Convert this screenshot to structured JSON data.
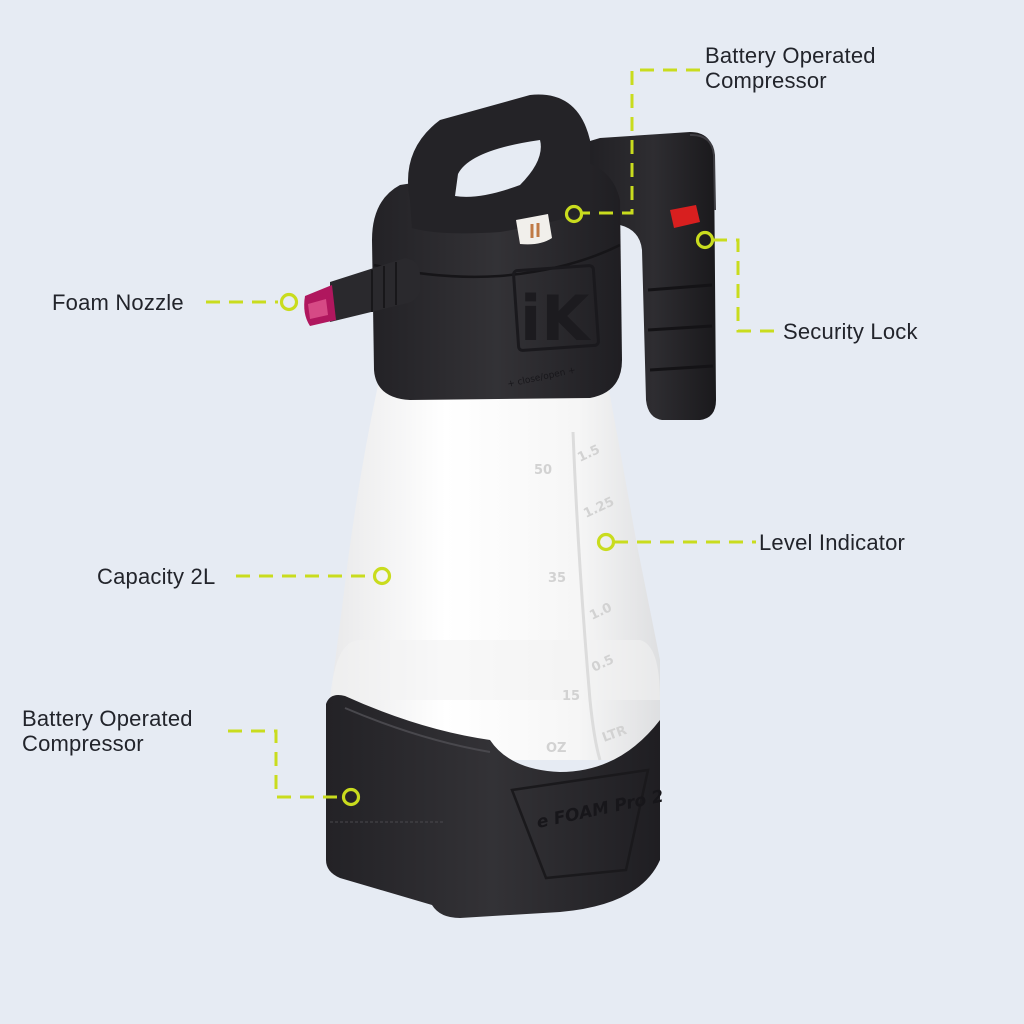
{
  "theme": {
    "background": "#e6ebf3",
    "accent": "#c9dc1e",
    "text": "#22242b",
    "body_dark": "#2b2a2e",
    "bottle_white": "#f7f7f7",
    "lock_red": "#d81f1f",
    "nozzle_tip": "#b0175e"
  },
  "product": {
    "brand_logo": "iK",
    "cap_text": "+ close/open +",
    "base_label": "e FOAM Pro 2",
    "graduations_left": [
      "50",
      "35",
      "15",
      "OZ"
    ],
    "graduations_right": [
      "1.5",
      "1.25",
      "1.0",
      "0.5",
      "LTR"
    ]
  },
  "callouts": {
    "compressor_top": {
      "line1": "Battery Operated",
      "line2": "Compressor"
    },
    "foam_nozzle": {
      "label": "Foam Nozzle"
    },
    "security_lock": {
      "label": "Security Lock"
    },
    "level_indicator": {
      "label": "Level Indicator"
    },
    "capacity": {
      "label": "Capacity 2L"
    },
    "compressor_bottom": {
      "line1": "Battery Operated",
      "line2": "Compressor"
    }
  }
}
